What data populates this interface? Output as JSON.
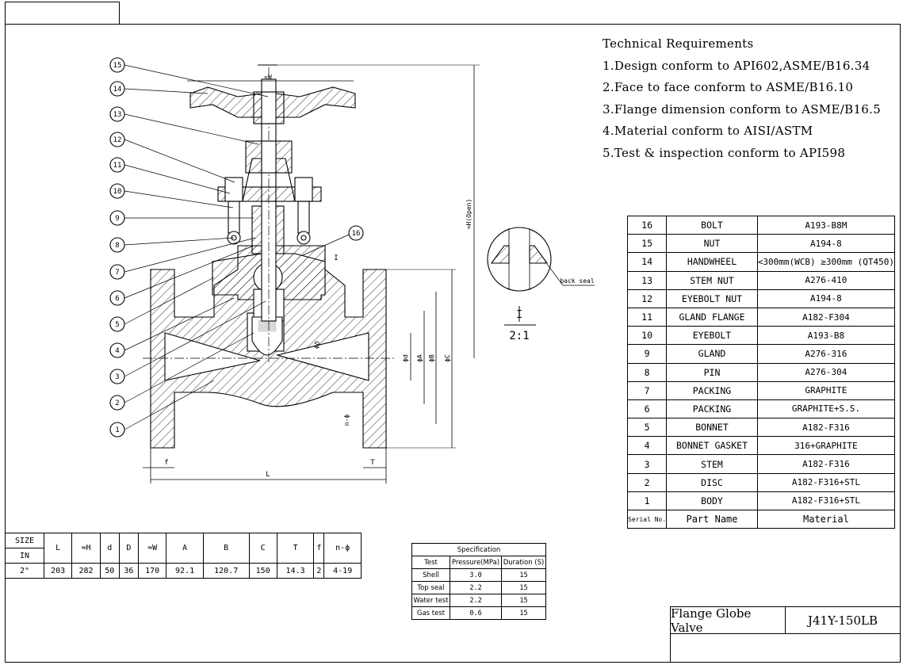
{
  "technical_requirements": {
    "heading": "Technical Requirements",
    "items": [
      "1.Design conform to API602,ASME/B16.34",
      "2.Face to face conform to ASME/B16.10",
      "3.Flange dimension conform to ASME/B16.5",
      "4.Material conform to AISI/ASTM",
      "5.Test & inspection conform to API598"
    ]
  },
  "parts_list": {
    "rows": [
      {
        "no": "16",
        "name": "BOLT",
        "material": "A193-B8M"
      },
      {
        "no": "15",
        "name": "NUT",
        "material": "A194-8"
      },
      {
        "no": "14",
        "name": "HANDWHEEL",
        "material": "<300mm(WCB) ≥300mm (QT450)"
      },
      {
        "no": "13",
        "name": "STEM NUT",
        "material": "A276-410"
      },
      {
        "no": "12",
        "name": "EYEBOLT NUT",
        "material": "A194-8"
      },
      {
        "no": "11",
        "name": "GLAND FLANGE",
        "material": "A182-F304"
      },
      {
        "no": "10",
        "name": "EYEBOLT",
        "material": "A193-B8"
      },
      {
        "no": "9",
        "name": "GLAND",
        "material": "A276-316"
      },
      {
        "no": "8",
        "name": "PIN",
        "material": "A276-304"
      },
      {
        "no": "7",
        "name": "PACKING",
        "material": "GRAPHITE"
      },
      {
        "no": "6",
        "name": "PACKING",
        "material": "GRAPHITE+S.S."
      },
      {
        "no": "5",
        "name": "BONNET",
        "material": "A182-F316"
      },
      {
        "no": "4",
        "name": "BONNET GASKET",
        "material": "316+GRAPHITE"
      },
      {
        "no": "3",
        "name": "STEM",
        "material": "A182-F316"
      },
      {
        "no": "2",
        "name": "DISC",
        "material": "A182-F316+STL"
      },
      {
        "no": "1",
        "name": "BODY",
        "material": "A182-F316+STL"
      }
    ],
    "header": {
      "no": "Serial No.",
      "name": "Part Name",
      "material": "Material"
    }
  },
  "dimensions_table": {
    "size_label": "SIZE",
    "in_label": "IN",
    "columns": [
      "L",
      "≈H",
      "d",
      "D",
      "≈W",
      "A",
      "B",
      "C",
      "T",
      "f",
      "n-ϕ"
    ],
    "size": "2\"",
    "values": [
      "203",
      "282",
      "50",
      "36",
      "170",
      "92.1",
      "120.7",
      "150",
      "14.3",
      "2",
      "4-19"
    ]
  },
  "specification": {
    "title": "Specification",
    "headers": [
      "Test",
      "Pressure(MPa)",
      "Duration (S)"
    ],
    "rows": [
      [
        "Shell",
        "3.0",
        "15"
      ],
      [
        "Top seal",
        "2.2",
        "15"
      ],
      [
        "Water test",
        "2.2",
        "15"
      ],
      [
        "Gas test",
        "0.6",
        "15"
      ]
    ]
  },
  "title_block": {
    "name": "Flange Globe Valve",
    "model": "J41Y-150LB"
  },
  "drawing": {
    "balloons": [
      "15",
      "14",
      "13",
      "12",
      "11",
      "10",
      "9",
      "8",
      "7",
      "6",
      "5",
      "4",
      "3",
      "2",
      "1",
      "16"
    ],
    "dim_labels": {
      "W": "≈W",
      "H": "≈H(Open)",
      "L": "L",
      "f": "f",
      "T": "T",
      "d": "ϕd",
      "A": "ϕA",
      "B": "ϕB",
      "C": "ϕC",
      "D": "ϕD",
      "n": "n-ϕ",
      "I": "I"
    },
    "detail_label": "back seal",
    "detail_id": "I",
    "detail_scale": "2:1"
  }
}
